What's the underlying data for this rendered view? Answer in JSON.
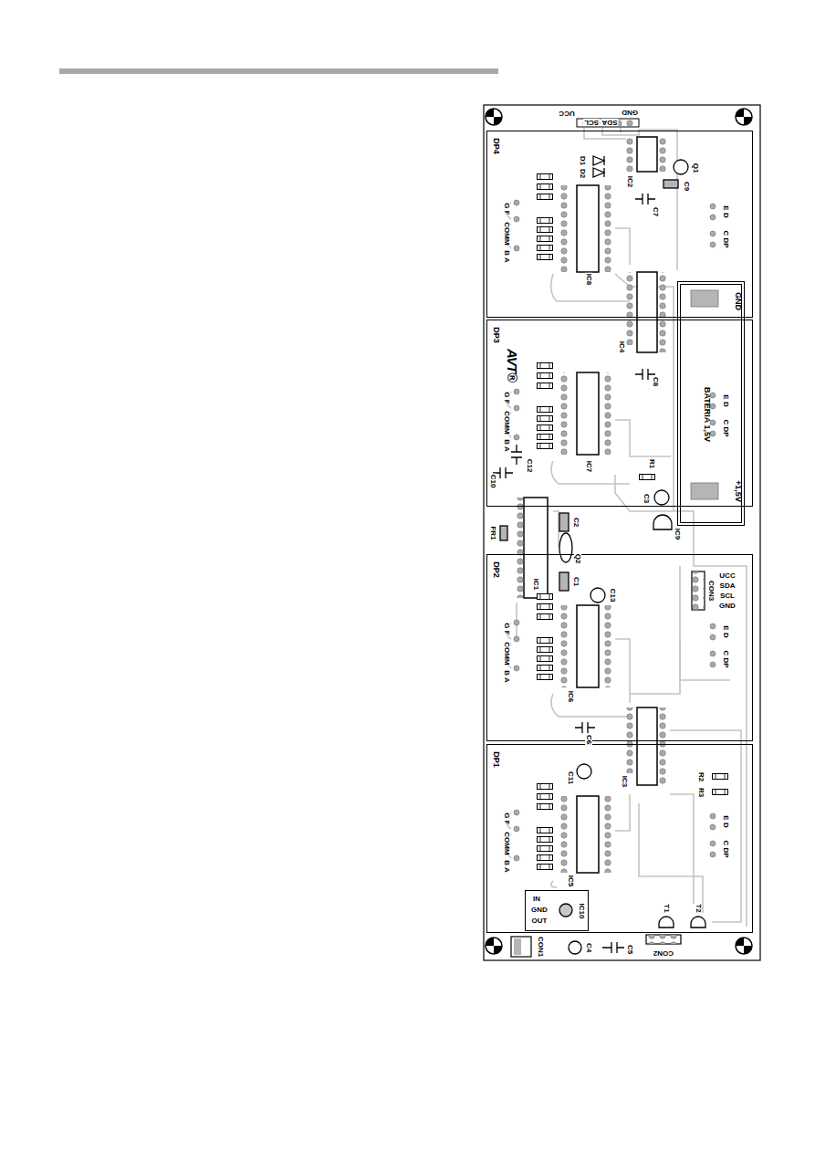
{
  "diagram": {
    "nodes": [
      {
        "text": [
          "DP4"
        ]
      },
      {
        "text": [
          "DP3"
        ]
      },
      {
        "text": [
          "DP2"
        ]
      },
      {
        "text": [
          "DP1"
        ]
      },
      {
        "text": [
          "BATERIA 1,5V",
          "GND",
          "+1,5V"
        ]
      },
      {
        "text": [
          "IN",
          "GND",
          "OUT",
          "IC10"
        ]
      }
    ],
    "labels": [
      "UCC",
      "SDA",
      "SCL",
      "GND",
      "D1",
      "D2",
      "IC2",
      "Q1",
      "C9",
      "C7",
      "G F",
      "COMM",
      "B A",
      "E D",
      "C DP",
      "IC8",
      "AVT®",
      "IC4",
      "C8",
      "G F",
      "COMM",
      "B A",
      "E D",
      "C DP",
      "C12",
      "IC7",
      "C10",
      "R1",
      "C3",
      "FR1",
      "C2",
      "IC9",
      "IC1",
      "Q2",
      "C1",
      "C13",
      "CON3",
      "UCC",
      "SDA",
      "SCL",
      "GND",
      "G F",
      "COMM",
      "B A",
      "E D",
      "C DP",
      "IC6",
      "C6",
      "C11",
      "IC3",
      "R2",
      "R3",
      "G F",
      "COMM",
      "B A",
      "E D",
      "C DP",
      "IC5",
      "T1",
      "T2",
      "CON1",
      "C4",
      "C5",
      "CON2"
    ]
  }
}
